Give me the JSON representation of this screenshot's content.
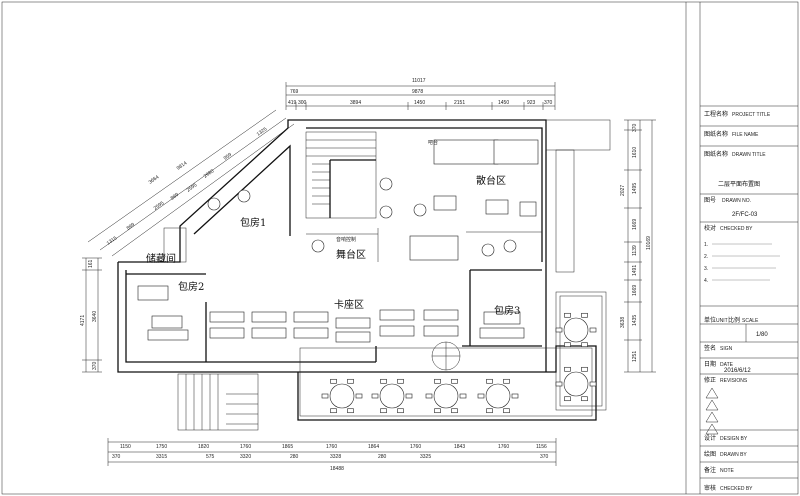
{
  "rooms": {
    "private1": "包房1",
    "private2": "包房2",
    "private3": "包房3",
    "storage": "储藏间",
    "stage": "舞台区",
    "scatter": "散台区",
    "booth": "卡座区"
  },
  "dimensions": {
    "top_total": "11017",
    "top_mid": "9878",
    "top_left": "769",
    "top_row": [
      "419",
      "300",
      "3894",
      "1450",
      "2151",
      "1450",
      "923",
      "370"
    ],
    "diag": [
      "3664",
      "9814",
      "1315",
      "899",
      "2595",
      "959",
      "1325",
      "2980",
      "2595",
      "899"
    ],
    "left": [
      "161",
      "4171",
      "3640",
      "370"
    ],
    "right_outer": [
      "370",
      "1610",
      "1495",
      "2027",
      "1669",
      "1139",
      "1491",
      "1669",
      "1435",
      "1251"
    ],
    "right_total": "10169",
    "right_inner": [
      "3638"
    ],
    "bottom_row1": [
      "1150",
      "1750",
      "1820",
      "1760",
      "1865",
      "1760",
      "1864",
      "1760",
      "1843",
      "1760",
      "1156"
    ],
    "bottom_row2": [
      "370",
      "3315",
      "575",
      "3320",
      "280",
      "3328",
      "280",
      "3325",
      "370"
    ],
    "bottom_total": "18488"
  },
  "title_block": {
    "project_name_label": "工程名称",
    "project_name_sub": "PROJECT TITLE",
    "drawing_name_label": "图纸名称",
    "drawing_name_sub": "FILE NAME",
    "drawing_title_label": "图纸名称",
    "drawing_title_sub": "DRAWN TITLE",
    "drawing_title_value": "二层平面布置图",
    "drawing_no_label": "图号",
    "drawing_no_sub": "DRAWN NO.",
    "drawing_no_value": "2F/FC-03",
    "checked_label": "校对",
    "checked_sub": "CHECKED BY",
    "unit_label": "单位",
    "unit_sub": "UNIT",
    "scale_label": "比例",
    "scale_sub": "SCALE",
    "scale_value": "1/80",
    "sign_label": "签名",
    "sign_sub": "SIGN",
    "date_label": "日期",
    "date_sub": "DATE",
    "date_value": "2016/6/12",
    "revision_label": "修正",
    "revision_sub": "REVISIONS",
    "design_label": "设计",
    "design_sub": "DESIGN BY",
    "drawn_label": "绘图",
    "drawn_sub": "DRAWN BY",
    "note_label": "备注",
    "note_sub": "NOTE",
    "notes": [
      "1.",
      "2.",
      "3.",
      "4."
    ],
    "checkby_label": "审核",
    "checkby_sub": "CHECKED BY"
  },
  "small_labels": {
    "stage_note": "音响控制",
    "bar_note": "吧台"
  }
}
